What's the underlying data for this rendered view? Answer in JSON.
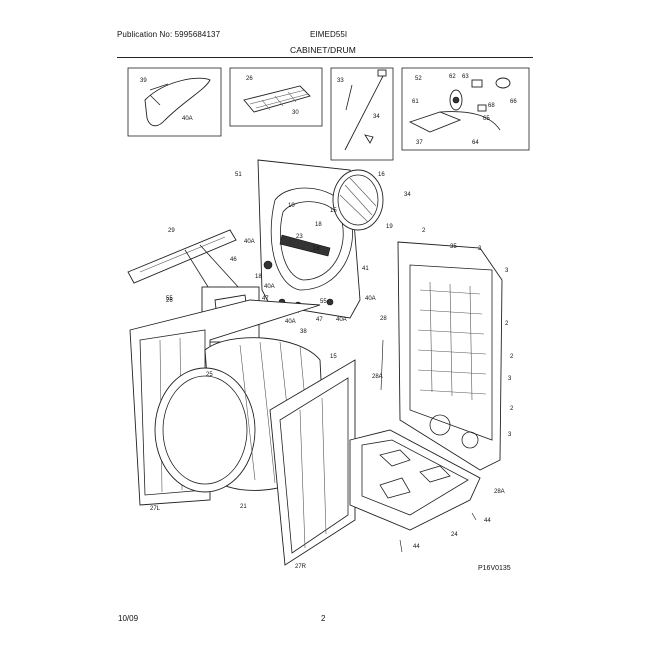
{
  "header": {
    "publication": "Publication No: 5995684137",
    "model": "EIMED55I",
    "section": "CABINET/DRUM"
  },
  "footer": {
    "date": "10/09",
    "page": "2"
  },
  "figure_code": "P16V0135",
  "callouts": {
    "39": "39",
    "40A": "40A",
    "26": "26",
    "30": "30",
    "33": "33",
    "34": "34",
    "52": "52",
    "62": "62",
    "63": "63",
    "61": "61",
    "66": "66",
    "68": "68",
    "65": "65",
    "37": "37",
    "64": "64",
    "16": "16",
    "34b": "34",
    "19": "19",
    "51": "51",
    "10": "10",
    "18": "18",
    "15": "15",
    "23": "23",
    "25": "25",
    "2": "2",
    "35": "35",
    "29": "29",
    "46": "46",
    "47": "47",
    "40": "40",
    "38": "38",
    "55": "55",
    "28": "28",
    "28A": "28A",
    "27L": "27L",
    "21": "21",
    "27R": "27R",
    "44": "44",
    "24": "24",
    "41": "41",
    "3": "3"
  }
}
